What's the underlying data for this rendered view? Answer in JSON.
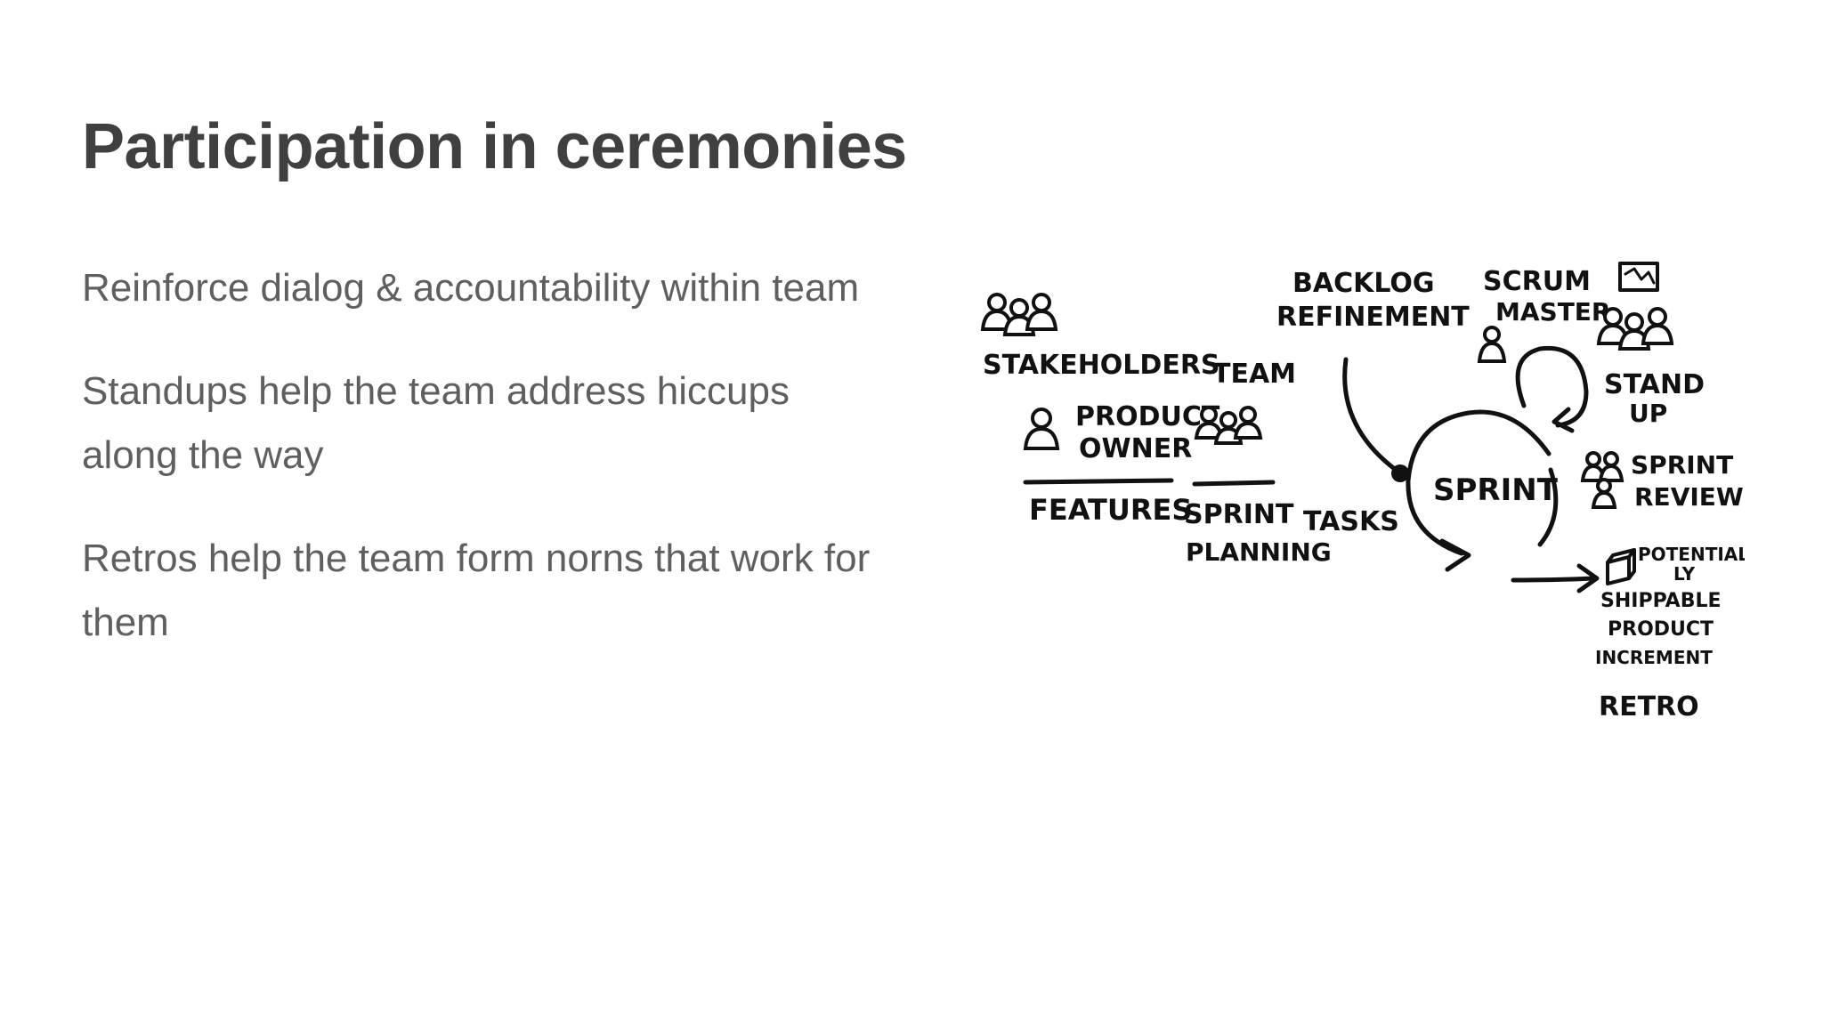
{
  "slide": {
    "title": "Participation in ceremonies",
    "bullets": [
      "Reinforce dialog & accountability within team",
      "Standups help the team address hiccups along the way",
      "Retros help the team form norns that work for them"
    ]
  },
  "sketch": {
    "labels": {
      "stakeholders": "STAKEHOLDERS",
      "product_owner_1": "PRODUCT",
      "product_owner_2": "OWNER",
      "features": "FEATURES",
      "team": "TEAM",
      "sprint_planning_1": "SPRINT",
      "sprint_planning_2": "PLANNING",
      "backlog_1": "BACKLOG",
      "backlog_2": "REFINEMENT",
      "tasks": "TASKS",
      "sprint": "SPRINT",
      "scrum_1": "SCRUM",
      "scrum_2": "MASTER",
      "standup_1": "STAND",
      "standup_2": "UP",
      "review_1": "SPRINT",
      "review_2": "REVIEW",
      "psi_1": "POTENTIAL-",
      "psi_2": "LY",
      "psi_3": "SHIPPABLE",
      "psi_4": "PRODUCT",
      "psi_5": "INCREMENT",
      "retro": "RETRO"
    }
  }
}
